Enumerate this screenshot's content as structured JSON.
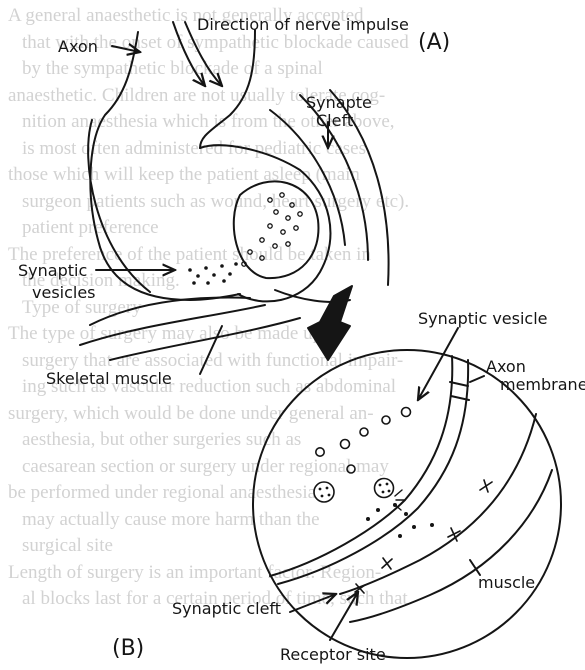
{
  "background_text": [
    "A general anaesthetic is not generally accepted",
    "that with the onset of sympathetic blockade caused",
    "by the sympathetic blockade of a spinal",
    "anaesthetic. Children are not usually tolerate cog-",
    "nition anaesthesia which is from the other above,",
    "is most often administered for pediatric cases.",
    "those which will keep the patient asleep (main",
    "surgeon patients such as wound, heart surgery etc).",
    "patient preference",
    "The preference of the patient should be taken in",
    "the decision making.",
    "Type of surgery",
    "The type of surgery may also be made up of",
    "surgery that are associated with functional impair-",
    "ing such as vascular reduction such as abdominal",
    "surgery, which would be done under general an-",
    "aesthesia, but other surgeries such as",
    "caesarean section or surgery under regional may",
    "be performed under regional anaesthesia",
    "may actually cause more harm than the",
    "surgical site",
    "Length of surgery is an important factor. Region-",
    "al blocks last for a certain period of time, such that"
  ],
  "labels": {
    "direction": "Direction of nerve impulse",
    "axon": "Axon",
    "panel_a": "(A)",
    "synaptic_cleft_line1": "Synapte",
    "synaptic_cleft_line2": "Cleft",
    "synaptic_vesicles_line1": "Synaptic",
    "synaptic_vesicles_line2": "vesicles",
    "skeletal_muscle": "Skeletal muscle",
    "synaptic_vesicle": "Synaptic vesicle",
    "axon_membrane_line1": "Axon",
    "axon_membrane_line2": "membrane",
    "muscle": "muscle",
    "synaptic_cleft_b": "Synaptic cleft",
    "panel_b": "(B)",
    "receptor_site": "Receptor site"
  },
  "colors": {
    "ink": "#151515",
    "faded_text": "#d2d2d2",
    "paper": "#ffffff"
  }
}
